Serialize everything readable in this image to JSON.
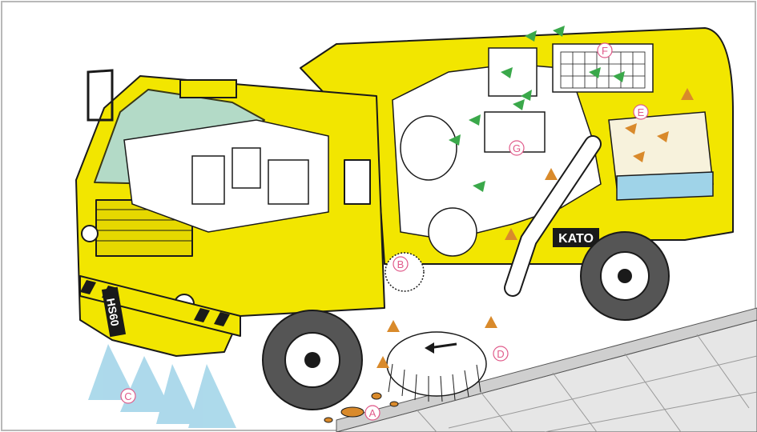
{
  "brand_text": "KATO",
  "plate_text": "HS60",
  "callouts": [
    {
      "id": "A",
      "text": "A"
    },
    {
      "id": "B",
      "text": "B"
    },
    {
      "id": "C",
      "text": "C"
    },
    {
      "id": "D",
      "text": "D"
    },
    {
      "id": "E",
      "text": "E"
    },
    {
      "id": "F",
      "text": "F"
    },
    {
      "id": "G",
      "text": "G"
    }
  ],
  "colors": {
    "body_yellow": "#f2e600",
    "outline": "#1a1a1a",
    "label_pink": "#e05a8a",
    "spray_blue": "#9fd3e8",
    "airflow_green": "#3aa84a",
    "debris_orange": "#d98a2b",
    "pavement": "#e8e8e8"
  }
}
